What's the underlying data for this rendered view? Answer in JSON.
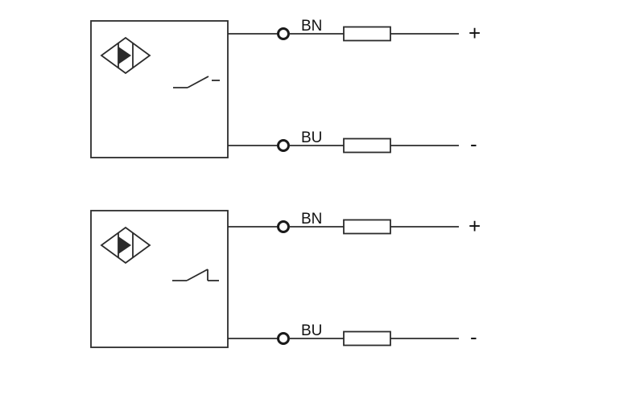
{
  "diagram_title": "",
  "colors": {
    "line": "#2b2b2b",
    "background": "#ffffff"
  },
  "sensors": [
    {
      "id": "sensor-1",
      "symbol": "proximity-sensor-rhombus",
      "switch_symbol": "normally-open-contact",
      "wires": [
        {
          "label": "BN",
          "polarity": "+"
        },
        {
          "label": "BU",
          "polarity": "-"
        }
      ]
    },
    {
      "id": "sensor-2",
      "symbol": "proximity-sensor-rhombus",
      "switch_symbol": "normally-closed-contact",
      "wires": [
        {
          "label": "BN",
          "polarity": "+"
        },
        {
          "label": "BU",
          "polarity": "-"
        }
      ]
    }
  ]
}
